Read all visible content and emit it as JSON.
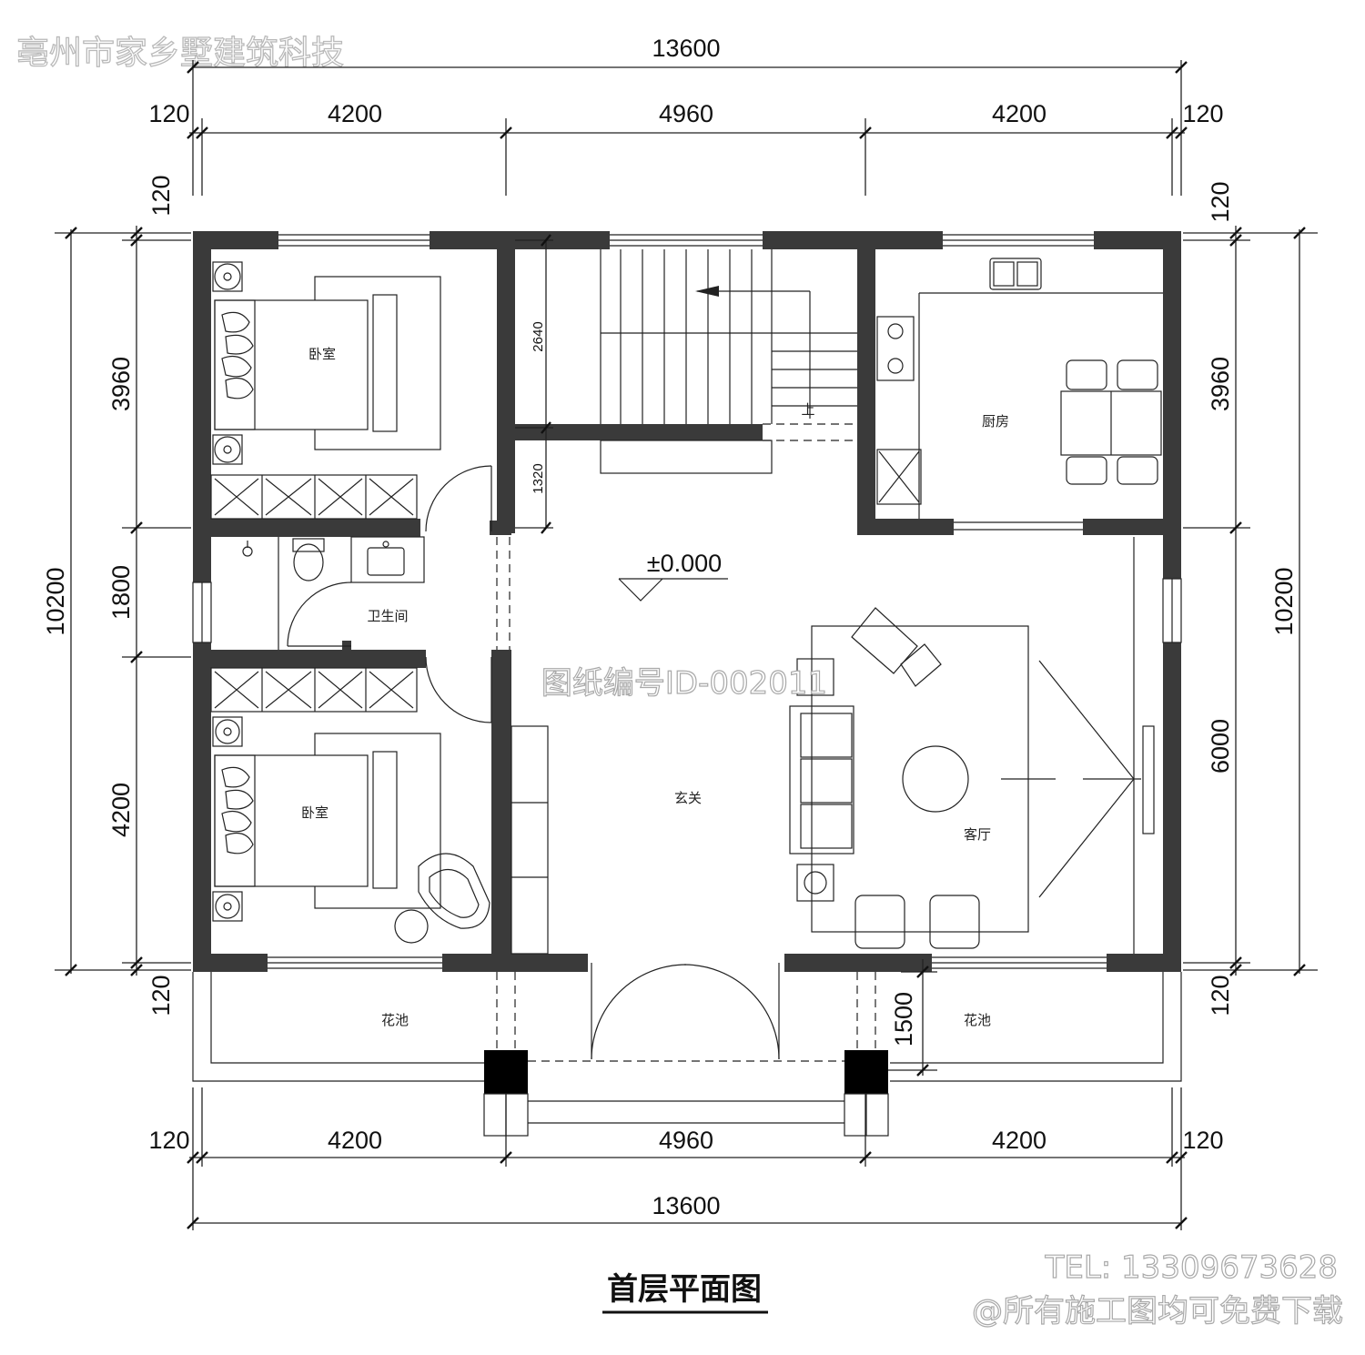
{
  "watermarks": {
    "company": "亳州市家乡墅建筑科技",
    "drawing_id": "图纸编号ID-002011",
    "tel": "TEL: 13309673628",
    "slogan": "@所有施工图均可免费下载"
  },
  "drawing_title": "首层平面图",
  "level_mark": "±0.000",
  "rooms": {
    "bedroom_top": "卧室",
    "bedroom_bottom": "卧室",
    "bathroom": "卫生间",
    "kitchen": "厨房",
    "entrance": "玄关",
    "living_room": "客厅",
    "planter_left": "花池",
    "planter_right": "花池",
    "stair_up": "上"
  },
  "dimensions": {
    "top_total": "13600",
    "top_segments": [
      "120",
      "4200",
      "4960",
      "4200",
      "120"
    ],
    "bottom_total": "13600",
    "bottom_segments": [
      "120",
      "4200",
      "4960",
      "4200",
      "120"
    ],
    "left_total": "10200",
    "left_segments": [
      "120",
      "3960",
      "1800",
      "4200",
      "120"
    ],
    "right_total": "10200",
    "right_segments": [
      "120",
      "3960",
      "6000",
      "120"
    ],
    "stair_2640": "2640",
    "stair_1320": "1320",
    "porch_1500": "1500"
  }
}
